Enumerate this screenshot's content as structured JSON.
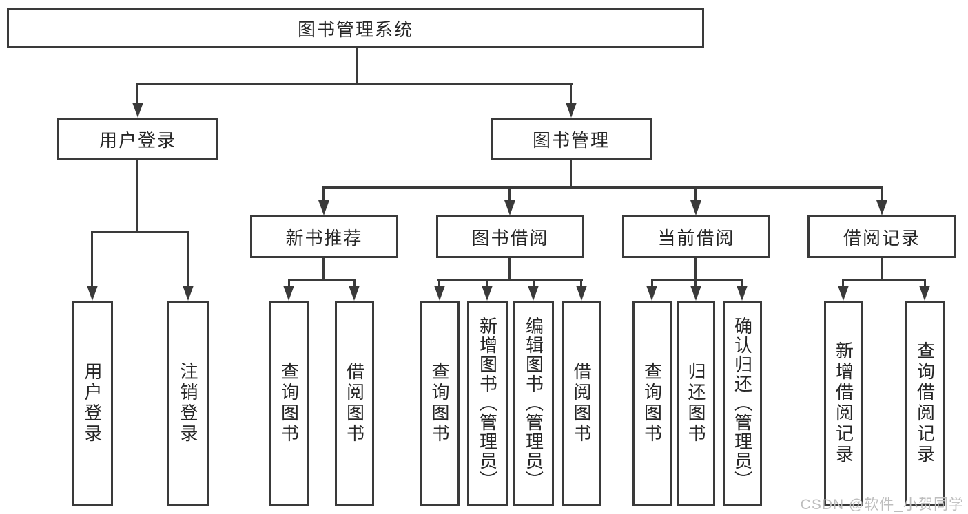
{
  "colors": {
    "line": "#3a3a3a",
    "text": "#262626",
    "watermark": "#bdbdbd",
    "background": "#ffffff"
  },
  "watermark": "CSDN @软件_小贺同学",
  "nodes": {
    "root": "图书管理系统",
    "user_login": "用户登录",
    "book_mgmt": "图书管理",
    "new_book_rec": "新书推荐",
    "book_borrow": "图书借阅",
    "current_borrow": "当前借阅",
    "borrow_records": "借阅记录",
    "leaf_user_login": "用户登录",
    "leaf_logout": "注销登录",
    "leaf_query_book_rec": "查询图书",
    "leaf_borrow_book_rec": "借阅图书",
    "leaf_query_book_borrow": "查询图书",
    "leaf_add_book_admin": "新增图书（管理员）",
    "leaf_edit_book_admin": "编辑图书（管理员）",
    "leaf_borrow_book_borrow": "借阅图书",
    "leaf_query_book_current": "查询图书",
    "leaf_return_book": "归还图书",
    "leaf_confirm_return_admin": "确认归还（管理员）",
    "leaf_add_borrow_record": "新增借阅记录",
    "leaf_query_borrow_record": "查询借阅记录"
  }
}
